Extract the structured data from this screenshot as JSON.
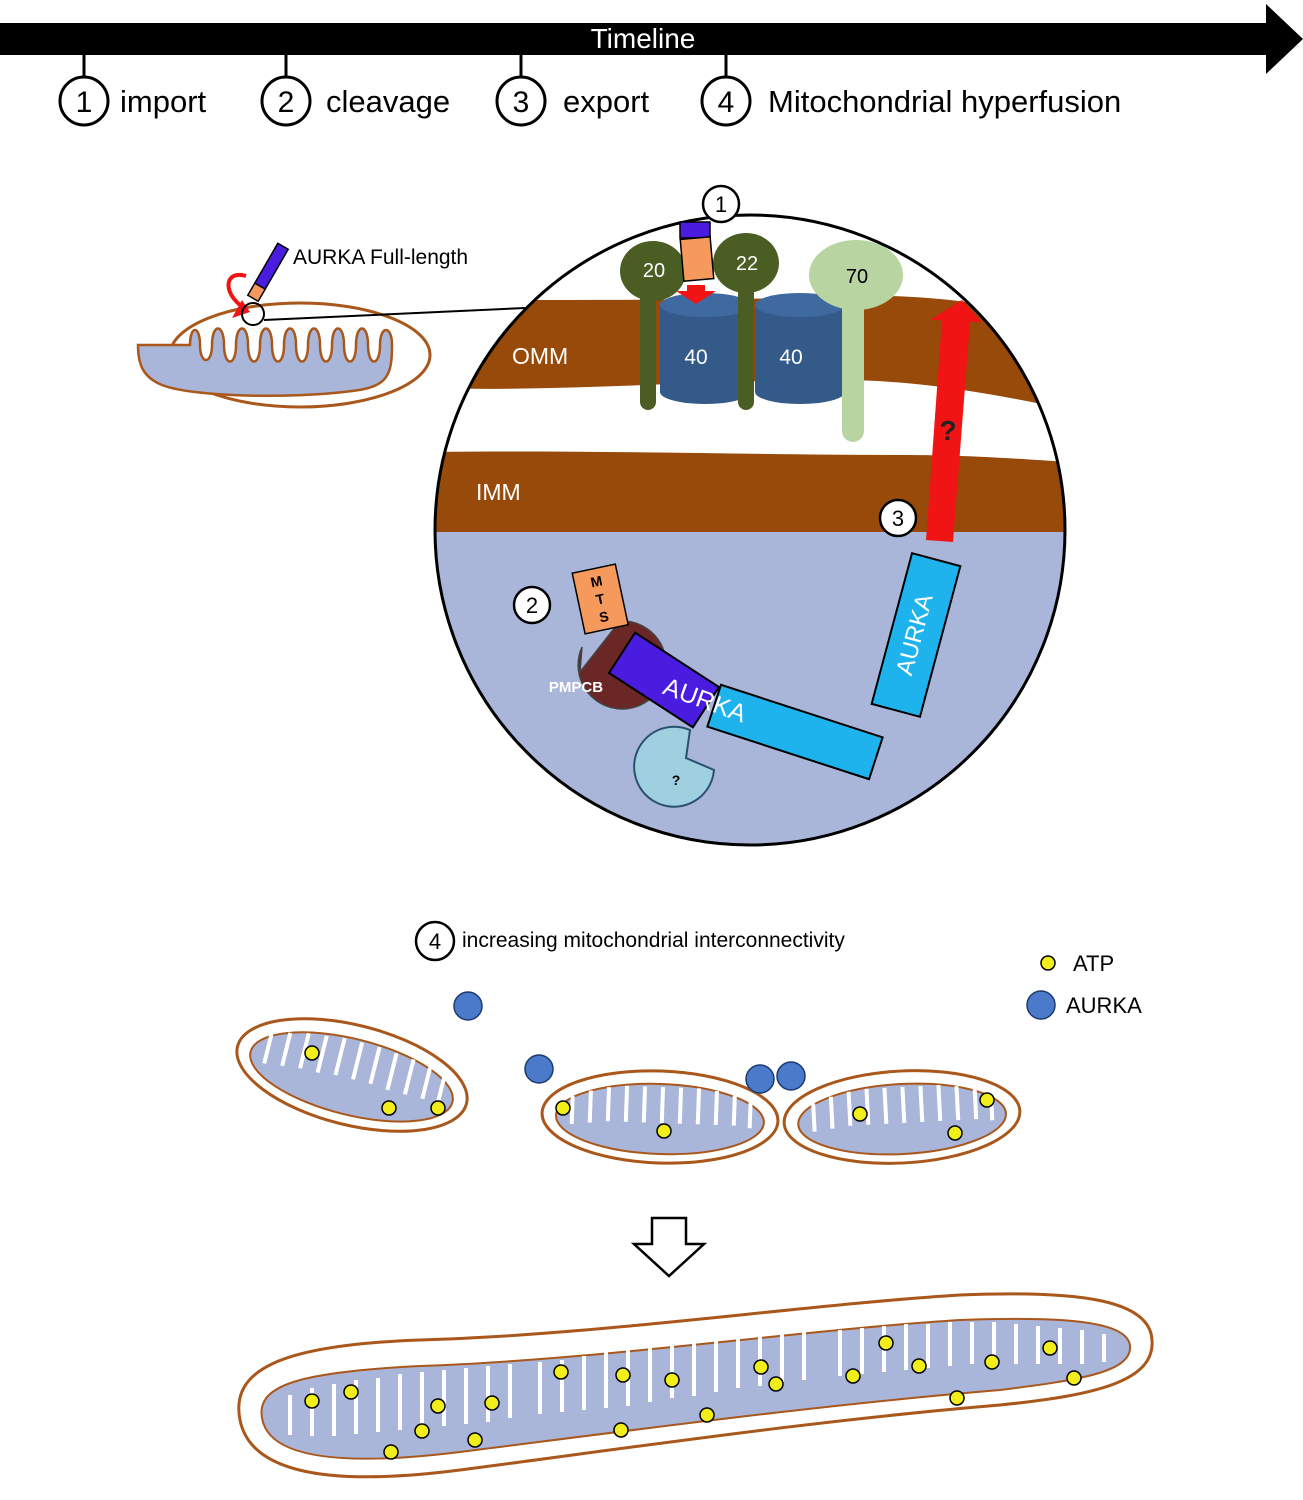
{
  "timeline": {
    "title": "Timeline",
    "steps": [
      {
        "num": "1",
        "label": "import"
      },
      {
        "num": "2",
        "label": "cleavage"
      },
      {
        "num": "3",
        "label": "export"
      },
      {
        "num": "4",
        "label": "Mitochondrial hyperfusion"
      }
    ]
  },
  "detail": {
    "protein_label": "AURKA Full-length",
    "membranes": {
      "outer": "OMM",
      "inner": "IMM"
    },
    "tom": {
      "tom20": "20",
      "tom22": "22",
      "tom70": "70",
      "tom40_a": "40",
      "tom40_b": "40"
    },
    "step_badges": {
      "import": "1",
      "cleavage": "2",
      "export": "3"
    },
    "mts_letters": [
      "M",
      "T",
      "S"
    ],
    "peptidase": "PMPCB",
    "unknown_protease": "?",
    "export_unknown": "?",
    "aurka_bound": "AURKA",
    "aurka_exporting": "AURKA"
  },
  "fusion": {
    "badge": "4",
    "caption": "increasing mitochondrial interconnectivity",
    "legend": {
      "atp": "ATP",
      "aurka": "AURKA"
    }
  },
  "colors": {
    "outer_membrane": "#974a0a",
    "matrix": "#a9b6d9",
    "crista_outline": "#a9571b",
    "tom_dark": "#4a5d23",
    "tom70": "#b8d4a0",
    "tom40": "#345a8a",
    "mts": "#f59a5c",
    "aurka_dark": "#4a1ce0",
    "aurka_light": "#1fb3ee",
    "pmpcb": "#6b2626",
    "protease_unknown": "#9fd0df",
    "atp": "#f2ee1a",
    "aurka_dot": "#4a7ac9",
    "export_arrow": "#f01414"
  }
}
